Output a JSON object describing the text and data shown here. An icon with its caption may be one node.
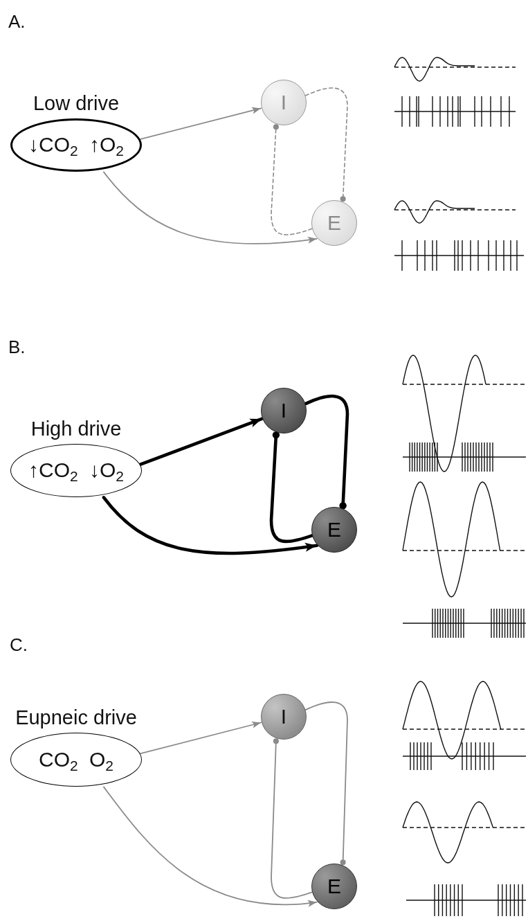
{
  "diagram": {
    "nodes": [
      {
        "text": [
          "Low drive",
          "↓CO$_{2}$ ↑O$_{2}$"
        ]
      },
      {
        "text": [
          "I"
        ]
      },
      {
        "text": [
          "E"
        ]
      },
      {
        "text": [
          "High drive",
          "↑CO$_{2}$ ↓O$_{2}$"
        ]
      },
      {
        "text": [
          "I"
        ]
      },
      {
        "text": [
          "E"
        ]
      },
      {
        "text": [
          "Eupneic drive",
          "CO$_{2}$ O$_{2}$"
        ]
      },
      {
        "text": [
          "I"
        ]
      },
      {
        "text": [
          "E"
        ]
      }
    ],
    "edges": [
      {
        "from": 0,
        "to": 1,
        "arrow": "to"
      },
      {
        "from": 0,
        "to": 2,
        "arrow": "to"
      },
      {
        "from": 2,
        "to": 1,
        "arrow": "other",
        "style": "dashed"
      },
      {
        "from": 1,
        "to": 2,
        "arrow": "other",
        "style": "dashed"
      },
      {
        "from": 3,
        "to": 4,
        "arrow": "to",
        "style": "thick",
        "color": "#000000"
      },
      {
        "from": 3,
        "to": 5,
        "arrow": "to",
        "style": "thick",
        "color": "#000000"
      },
      {
        "from": 5,
        "to": 4,
        "arrow": "other",
        "style": "thick",
        "color": "#000000"
      },
      {
        "from": 4,
        "to": 5,
        "arrow": "other",
        "style": "thick",
        "color": "#000000"
      },
      {
        "from": 6,
        "to": 7,
        "arrow": "to"
      },
      {
        "from": 6,
        "to": 8,
        "arrow": "to"
      },
      {
        "from": 8,
        "to": 7,
        "arrow": "other"
      },
      {
        "from": 7,
        "to": 8,
        "arrow": "other"
      }
    ],
    "labels": [
      "A.",
      "B.",
      "C."
    ]
  }
}
